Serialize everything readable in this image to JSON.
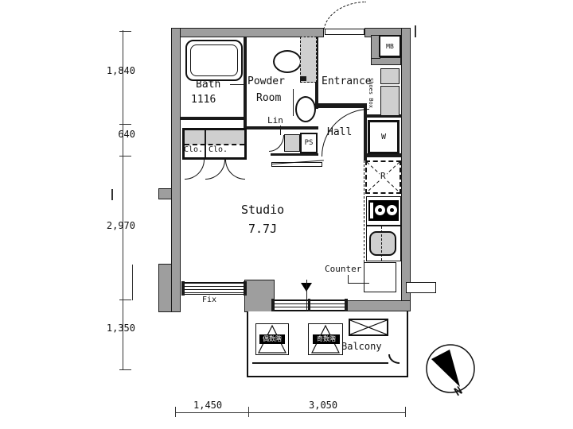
{
  "rooms": {
    "bath": {
      "name": "Bath",
      "size": "1116"
    },
    "powder": {
      "line1": "Powder",
      "line2": "Room"
    },
    "entrance": {
      "name": "Entrance"
    },
    "hall": {
      "name": "Hall"
    },
    "studio": {
      "name": "Studio",
      "size": "7.7J"
    },
    "balcony": {
      "name": "Balcony"
    }
  },
  "labels": {
    "mb": "MB",
    "shoes_box": "Shoes Box",
    "washer": "W",
    "refrigerator": "R",
    "pipe_space": "PS",
    "linen": "Lin",
    "clo_left": "Clo.",
    "clo_right": "Clo.",
    "counter": "Counter",
    "fix": "Fix",
    "hatch_even": "偶数階",
    "hatch_odd": "奇数階"
  },
  "dimensions": {
    "left": [
      {
        "value": "1,840"
      },
      {
        "value": "640"
      },
      {
        "value": "2,970"
      },
      {
        "value": "1,350"
      }
    ],
    "bottom": [
      {
        "value": "1,450"
      },
      {
        "value": "3,050"
      }
    ]
  },
  "compass": {
    "north": "N"
  },
  "colors": {
    "wall": "#9e9e9e",
    "fixture": "#cfcfcf",
    "line": "#1a1a1a"
  }
}
